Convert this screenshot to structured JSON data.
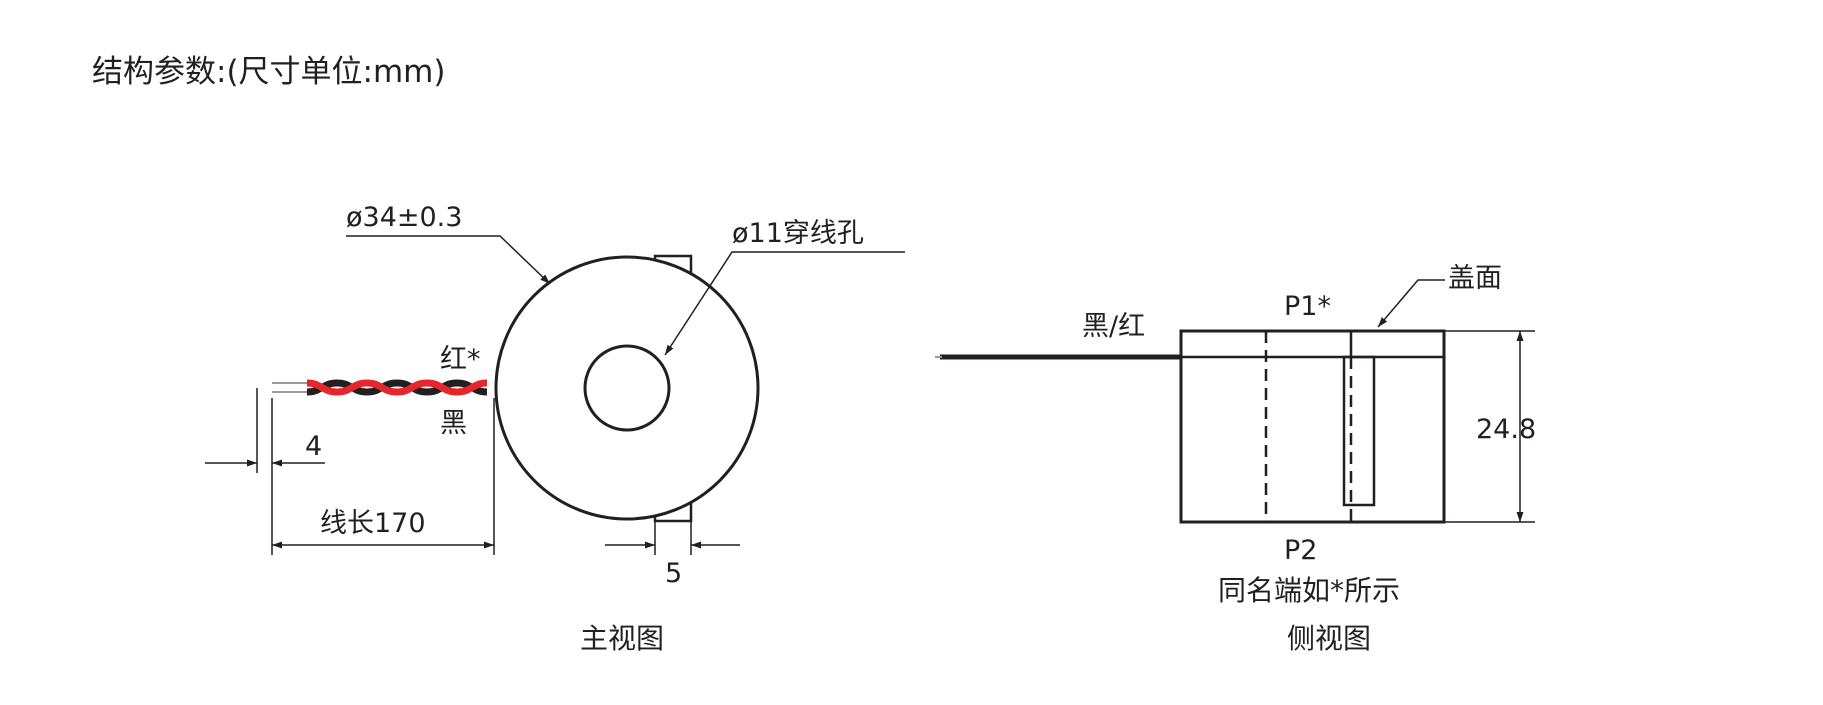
{
  "header": {
    "title": "结构参数:(尺寸单位:mm)"
  },
  "front_view": {
    "outer_diameter": "ø34±0.3",
    "hole": "ø11穿线孔",
    "lead_red": "红*",
    "lead_black": "黑",
    "strip_length": "4",
    "lead_length": "线长170",
    "base_width": "5",
    "caption": "主视图"
  },
  "side_view": {
    "leads": "黑/红",
    "cover": "盖面",
    "p1": "P1*",
    "p2": "P2",
    "height": "24.8",
    "note": "同名端如*所示",
    "caption": "侧视图"
  },
  "colors": {
    "ink": "#231f20",
    "red_wire": "#e5262d",
    "black_wire": "#231f20"
  }
}
